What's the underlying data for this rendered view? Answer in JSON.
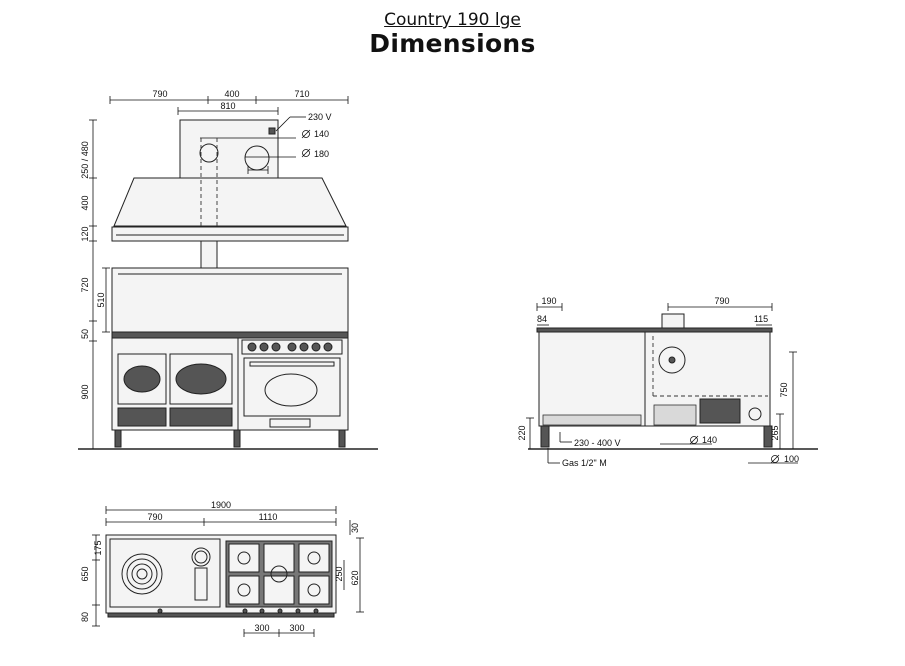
{
  "header": {
    "subtitle": "Country 190 lge",
    "title": "Dimensions"
  },
  "front_view": {
    "top_widths": [
      "790",
      "400",
      "710"
    ],
    "hood_offset": "810",
    "voltage": "230 V",
    "flue_small": "140",
    "flue_large": "180",
    "heights": [
      "250 / 480",
      "400",
      "120",
      "720",
      "510",
      "50",
      "900"
    ]
  },
  "side_view": {
    "top_left": "190",
    "top_right": "790",
    "inner_left": "84",
    "inner_right": "115",
    "height_total": "750",
    "height_low": "265",
    "leg_height": "220",
    "voltage_range": "230 - 400 V",
    "outlet_diameter": "140",
    "gas_connection": "Gas 1/2\" M",
    "duct_diameter": "100"
  },
  "top_view": {
    "total_width": "1900",
    "left_width": "790",
    "right_width": "1110",
    "left_heights": [
      "175",
      "650",
      "80"
    ],
    "right_heights": [
      "30",
      "250",
      "620"
    ],
    "burner_spacing": [
      "300",
      "300"
    ]
  }
}
